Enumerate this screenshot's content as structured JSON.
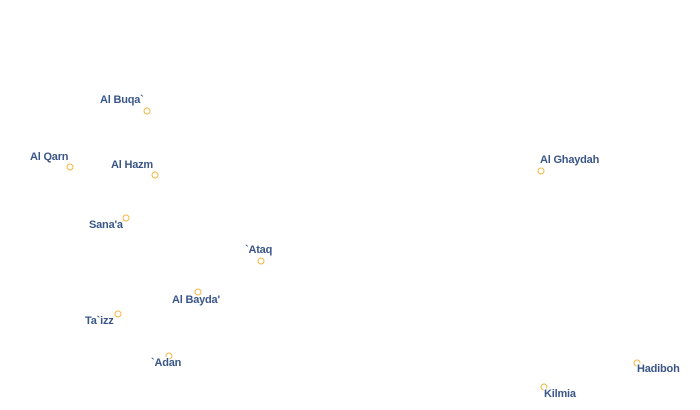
{
  "map": {
    "marker_color": "#f3b640",
    "label_color": "#3a5688",
    "places": [
      {
        "name": "Al Buqa`"
      },
      {
        "name": "Al Qarn"
      },
      {
        "name": "Al Hazm"
      },
      {
        "name": "Sana'a"
      },
      {
        "name": "`Ataq"
      },
      {
        "name": "Al Bayda'"
      },
      {
        "name": "Ta`izz"
      },
      {
        "name": "`Adan"
      },
      {
        "name": "Al Ghaydah"
      },
      {
        "name": "Hadiboh"
      },
      {
        "name": "Kilmia"
      }
    ]
  }
}
